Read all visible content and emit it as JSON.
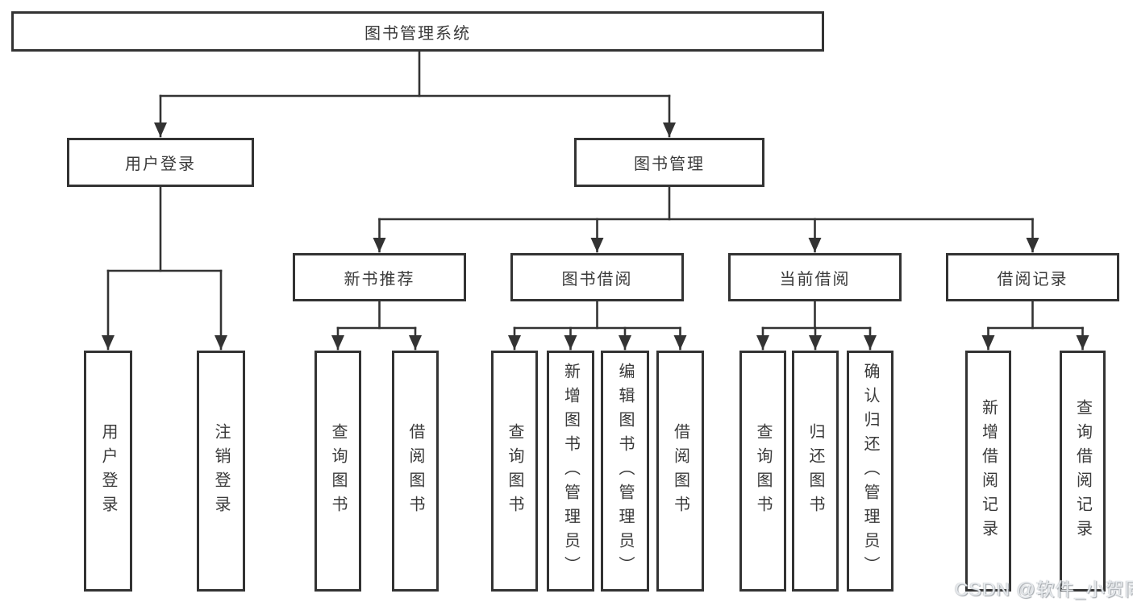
{
  "colors": {
    "line": "#333333",
    "box_border": "#333333",
    "box_background": "#ffffff",
    "text": "#3a3a3a",
    "watermark": "#c3c8cd"
  },
  "watermark": {
    "text": "CSDN @软件_小贺同学"
  },
  "tree": {
    "label": "图书管理系统",
    "children": [
      {
        "label": "用户登录",
        "children": [
          {
            "label": "用户登录"
          },
          {
            "label": "注销登录"
          }
        ]
      },
      {
        "label": "图书管理",
        "children": [
          {
            "label": "新书推荐",
            "children": [
              {
                "label": "查询图书"
              },
              {
                "label": "借阅图书"
              }
            ]
          },
          {
            "label": "图书借阅",
            "children": [
              {
                "label": "查询图书"
              },
              {
                "label": "新增图书（管理员）"
              },
              {
                "label": "编辑图书（管理员）"
              },
              {
                "label": "借阅图书"
              }
            ]
          },
          {
            "label": "当前借阅",
            "children": [
              {
                "label": "查询图书"
              },
              {
                "label": "归还图书"
              },
              {
                "label": "确认归还（管理员）"
              }
            ]
          },
          {
            "label": "借阅记录",
            "children": [
              {
                "label": "新增借阅记录"
              },
              {
                "label": "查询借阅记录"
              }
            ]
          }
        ]
      }
    ]
  }
}
